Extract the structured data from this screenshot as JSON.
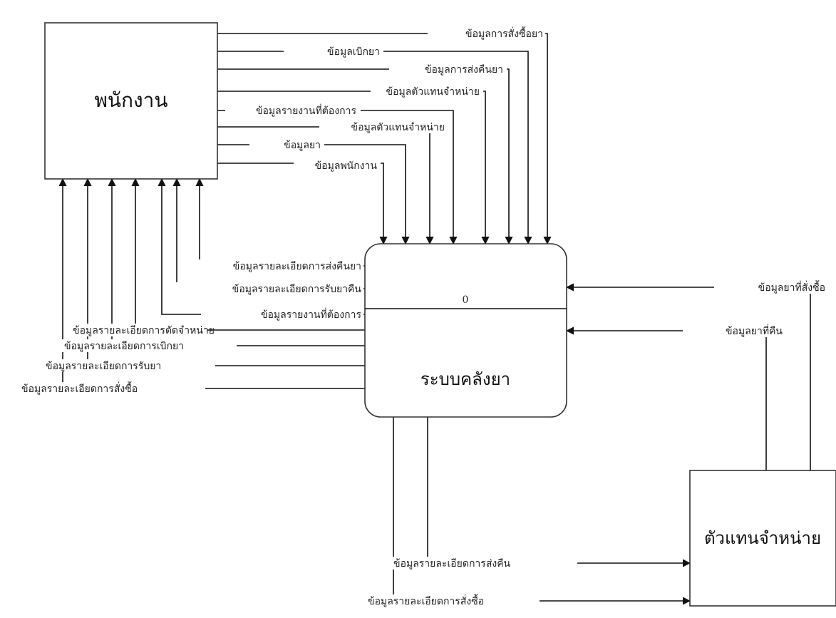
{
  "entities": {
    "employee": "พนักงาน",
    "process_number": "0",
    "process_name": "ระบบคลังยา",
    "supplier": "ตัวแทนจำหน่าย"
  },
  "flows_to_process": [
    "ข้อมูลการสั่งซื้อยา",
    "ข้อมูลเบิกยา",
    "ข้อมูลการส่งคืนยา",
    "ข้อมูลตัวแทนจำหน่าย",
    "ข้อมูลรายงานที่ต้องการ",
    "ข้อมูลตัวแทนจำหน่าย",
    "ข้อมูลยา",
    "ข้อมูลพนักงาน"
  ],
  "flows_to_employee": [
    "ข้อมูลรายละเอียดการส่งคืนยา",
    "ข้อมูลรายละเอียดการรับยาคืน",
    "ข้อมูลรายงานที่ต้องการ",
    "ข้อมูลรายละเอียดการตัดจำหน่าย",
    "ข้อมูลรายละเอียดการเบิกยา",
    "ข้อมูลรายละเอียดการรับยา",
    "ข้อมูลรายละเอียดการสั่งซื้อ"
  ],
  "flows_from_supplier": [
    "ข้อมูลยาที่สั่งซื้อ",
    "ข้อมูลยาที่คืน"
  ],
  "flows_to_supplier": [
    "ข้อมูลรายละเอียดการส่งคืน",
    "ข้อมูลรายละเอียดการสั่งซื้อ"
  ]
}
